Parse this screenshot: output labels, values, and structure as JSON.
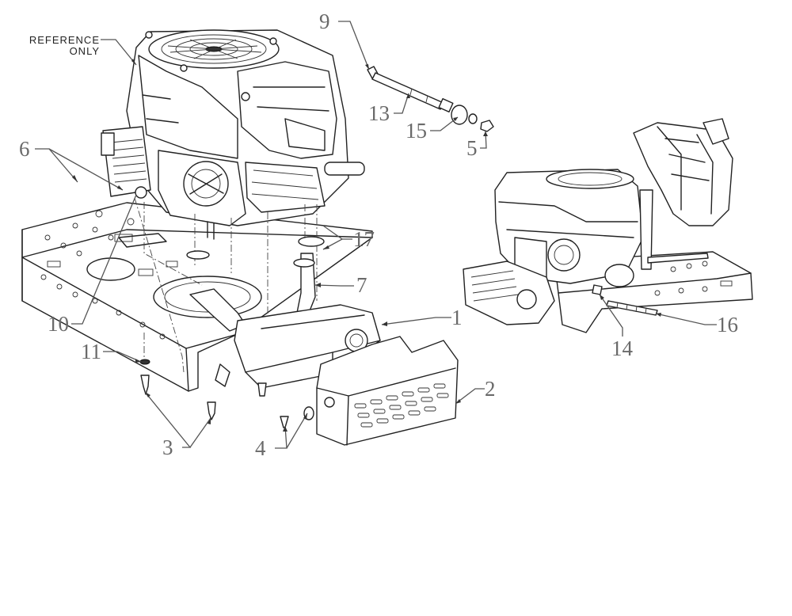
{
  "reference_note": {
    "line1": "REFERENCE",
    "line2": "ONLY"
  },
  "callouts": {
    "c1": "1",
    "c2": "2",
    "c3": "3",
    "c4": "4",
    "c5": "5",
    "c6": "6",
    "c7": "7",
    "c9": "9",
    "c10": "10",
    "c11": "11",
    "c13": "13",
    "c14": "14",
    "c15": "15",
    "c16": "16",
    "c17": "17"
  }
}
